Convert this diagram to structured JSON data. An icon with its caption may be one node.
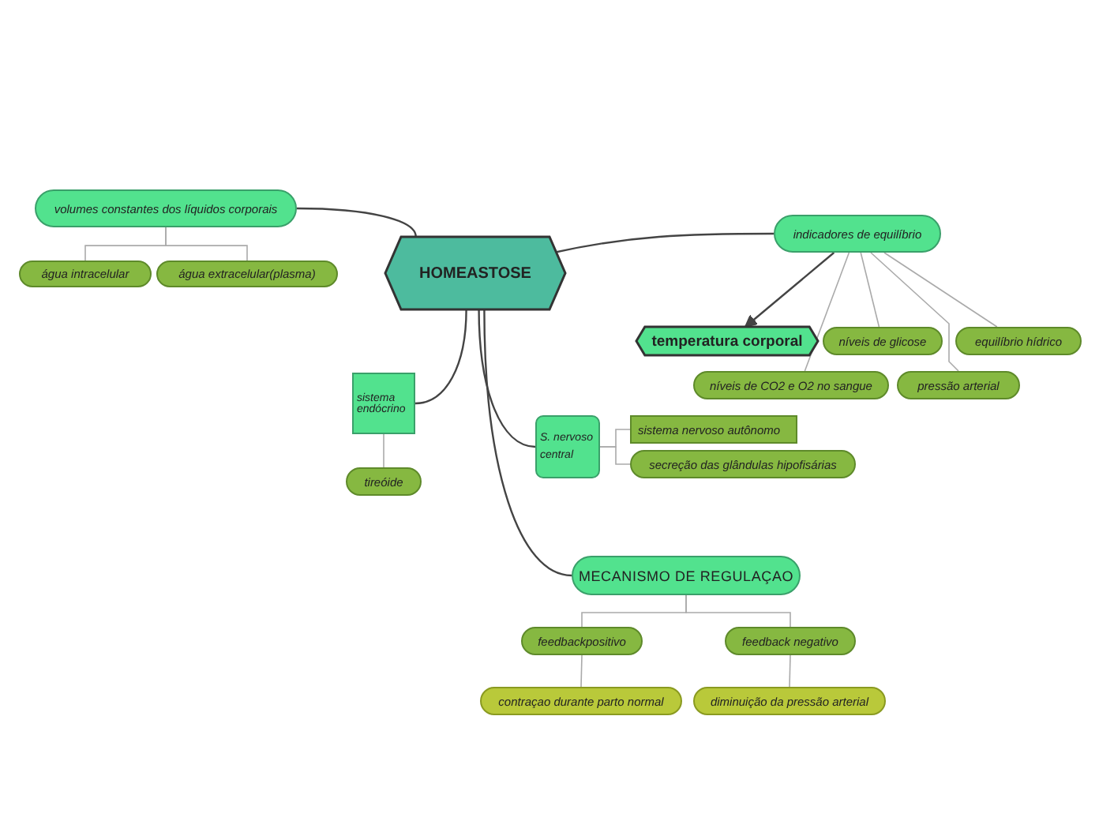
{
  "diagram": {
    "nodes": [
      {
        "text": [
          "HOMEASTOSE"
        ]
      },
      {
        "text": [
          "volumes constantes dos líquidos corporais"
        ]
      },
      {
        "text": [
          "água intracelular"
        ]
      },
      {
        "text": [
          "água extracelular(plasma)"
        ]
      },
      {
        "text": [
          "indicadores de equilíbrio"
        ]
      },
      {
        "text": [
          "temperatura corporal"
        ]
      },
      {
        "text": [
          "níveis de glicose"
        ]
      },
      {
        "text": [
          "equilíbrio hídrico"
        ]
      },
      {
        "text": [
          "níveis de CO2 e O2 no sangue"
        ]
      },
      {
        "text": [
          "pressão arterial"
        ]
      },
      {
        "text": [
          "sistema endócrino"
        ]
      },
      {
        "text": [
          "tireóide"
        ]
      },
      {
        "text": [
          "S. nervoso central"
        ]
      },
      {
        "text": [
          "sistema nervoso autônomo"
        ]
      },
      {
        "text": [
          "secreção das glândulas hipofisárias"
        ]
      },
      {
        "text": [
          "MECANISMO DE REGULAÇAO"
        ]
      },
      {
        "text": [
          "feedbackpositivo"
        ]
      },
      {
        "text": [
          "feedback negativo"
        ]
      },
      {
        "text": [
          "contraçao durante parto normal"
        ]
      },
      {
        "text": [
          "diminuição da pressão arterial"
        ]
      }
    ],
    "edges": [
      {
        "from": 0,
        "to": 1,
        "arrow": "none",
        "color": "#444444"
      },
      {
        "from": 1,
        "to": 2,
        "arrow": "none"
      },
      {
        "from": 1,
        "to": 3,
        "arrow": "none"
      },
      {
        "from": 0,
        "to": 4,
        "arrow": "none",
        "color": "#444444"
      },
      {
        "from": 4,
        "to": 5,
        "arrow": "to",
        "color": "#444444"
      },
      {
        "from": 4,
        "to": 6,
        "arrow": "none"
      },
      {
        "from": 4,
        "to": 7,
        "arrow": "none"
      },
      {
        "from": 4,
        "to": 8,
        "arrow": "none"
      },
      {
        "from": 4,
        "to": 9,
        "arrow": "none"
      },
      {
        "from": 0,
        "to": 10,
        "arrow": "none",
        "color": "#444444"
      },
      {
        "from": 10,
        "to": 11,
        "arrow": "none"
      },
      {
        "from": 0,
        "to": 12,
        "arrow": "none",
        "color": "#444444"
      },
      {
        "from": 12,
        "to": 13,
        "arrow": "none"
      },
      {
        "from": 12,
        "to": 14,
        "arrow": "none"
      },
      {
        "from": 0,
        "to": 15,
        "arrow": "none",
        "color": "#444444"
      },
      {
        "from": 15,
        "to": 16,
        "arrow": "none"
      },
      {
        "from": 15,
        "to": 17,
        "arrow": "none"
      },
      {
        "from": 16,
        "to": 18,
        "arrow": "none"
      },
      {
        "from": 17,
        "to": 19,
        "arrow": "none"
      }
    ]
  }
}
